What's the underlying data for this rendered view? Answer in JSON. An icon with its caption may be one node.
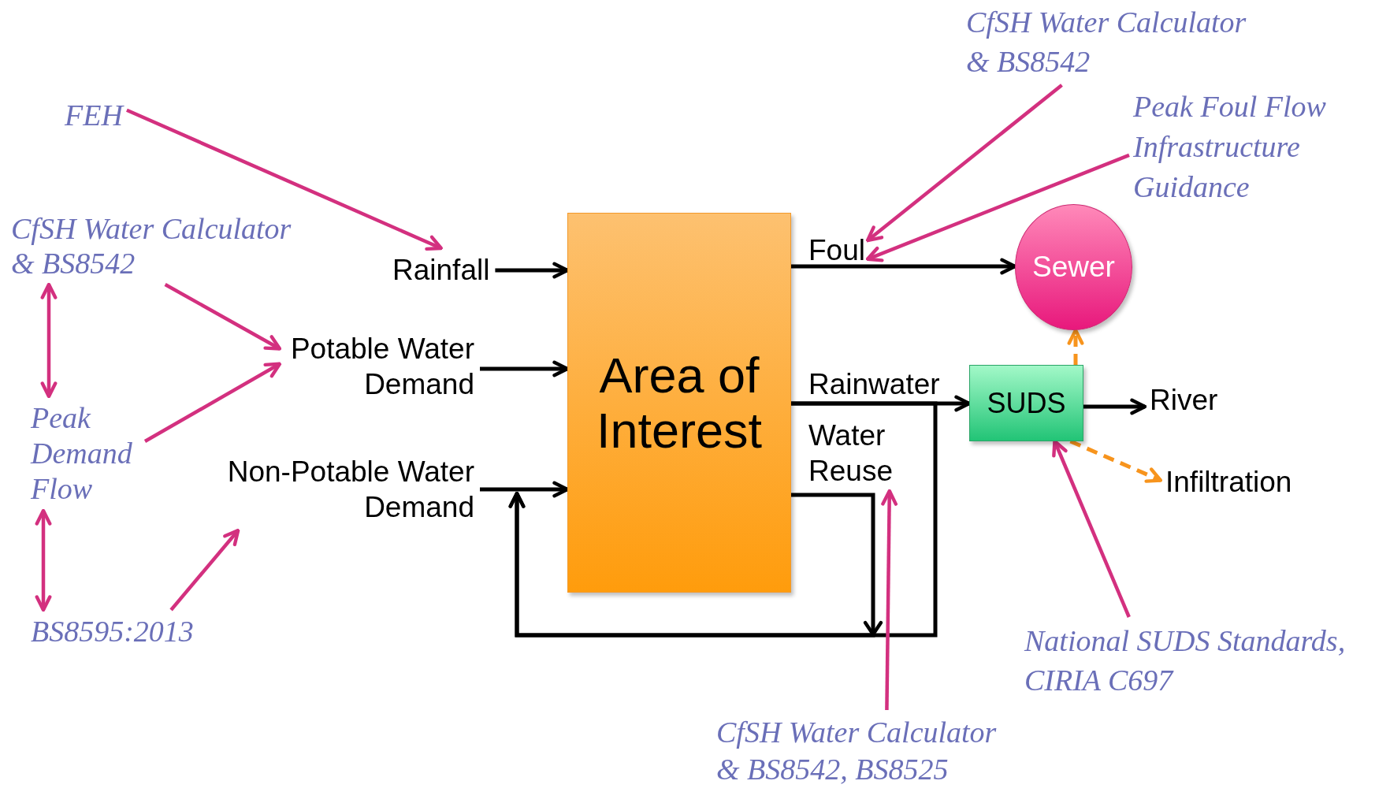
{
  "diagram": {
    "nodes": [
      {
        "text": [
          "FEH"
        ]
      },
      {
        "text": [
          "CfSH Water Calculator & BS8542"
        ]
      },
      {
        "text": [
          "Peak Demand Flow"
        ]
      },
      {
        "text": [
          "BS8595:2013"
        ]
      },
      {
        "text": [
          "Rainfall"
        ]
      },
      {
        "text": [
          "Potable Water Demand"
        ]
      },
      {
        "text": [
          "Non-Potable Water Demand"
        ]
      },
      {
        "text": [
          "Area of Interest"
        ]
      },
      {
        "text": [
          "Foul"
        ]
      },
      {
        "text": [
          "Sewer"
        ]
      },
      {
        "text": [
          "Water Reuse"
        ]
      },
      {
        "text": [
          "SUDS"
        ]
      },
      {
        "text": [
          "River"
        ]
      },
      {
        "text": [
          "Infiltration"
        ]
      },
      {
        "text": [
          "CfSH Water Calculator & BS8542"
        ]
      },
      {
        "text": [
          "Peak Foul Flow Infrastructure Guidance"
        ]
      },
      {
        "text": [
          "National SUDS Standards, CIRIA C697"
        ]
      },
      {
        "text": [
          "CfSH Water Calculator & BS8542, BS8525"
        ]
      }
    ],
    "edges": [
      {
        "from": 0,
        "to": 4,
        "arrow": "to"
      },
      {
        "from": 1,
        "to": 5,
        "arrow": "to"
      },
      {
        "from": 2,
        "to": 5,
        "arrow": "to"
      },
      {
        "from": 3,
        "to": 6,
        "arrow": "to"
      },
      {
        "from": 1,
        "to": 2,
        "arrow": "both"
      },
      {
        "from": 2,
        "to": 3,
        "arrow": "both"
      },
      {
        "from": 4,
        "to": 7,
        "arrow": "to",
        "color": "#000000"
      },
      {
        "from": 5,
        "to": 7,
        "arrow": "to",
        "color": "#000000"
      },
      {
        "from": 6,
        "to": 7,
        "arrow": "to",
        "color": "#000000"
      },
      {
        "from": 7,
        "to": 9,
        "arrow": "to",
        "color": "#000000"
      },
      {
        "from": 7,
        "to": 11,
        "arrow": "to",
        "label": "Rainwater",
        "color": "#000000"
      },
      {
        "from": 7,
        "to": 6,
        "arrow": "to",
        "color": "#000000"
      },
      {
        "from": 7,
        "to": 6,
        "arrow": "to",
        "color": "#000000"
      },
      {
        "from": 11,
        "to": 12,
        "arrow": "to",
        "color": "#000000"
      },
      {
        "from": 11,
        "to": 9,
        "arrow": "to",
        "style": "dashed",
        "color": "#f7941d"
      },
      {
        "from": 11,
        "to": 13,
        "arrow": "to",
        "style": "dashed",
        "color": "#f7941d"
      },
      {
        "from": 14,
        "to": 8,
        "arrow": "to"
      },
      {
        "from": 15,
        "to": 8,
        "arrow": "to"
      },
      {
        "from": 16,
        "to": 11,
        "arrow": "to"
      },
      {
        "from": 17,
        "to": 10,
        "arrow": "to"
      }
    ]
  }
}
